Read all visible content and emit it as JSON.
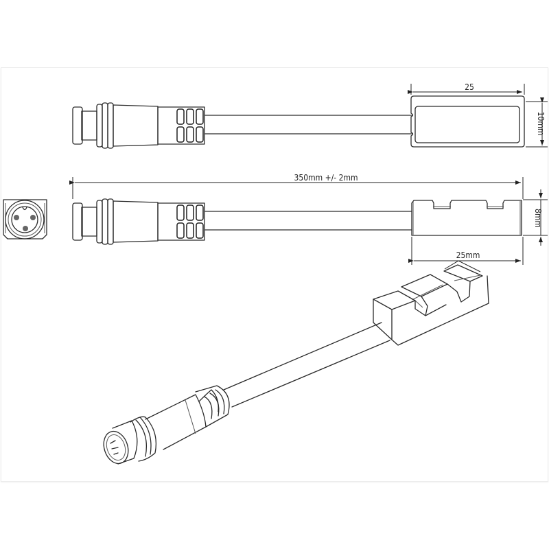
{
  "drawing": {
    "title": "Cable sensor technical drawing",
    "views": [
      "top-view",
      "side-view",
      "connector-end-view",
      "isometric-view"
    ],
    "dimensions": {
      "top_width": "25",
      "top_height": "10mm",
      "overall_length": "350mm +/-  2mm",
      "side_height": "8mm",
      "side_width": "25mm"
    },
    "connector": {
      "pin_count": 3,
      "grip_ribs": 3
    },
    "colors": {
      "line": "#2a2a2a",
      "frame": "#ececec",
      "background": "#ffffff"
    }
  }
}
